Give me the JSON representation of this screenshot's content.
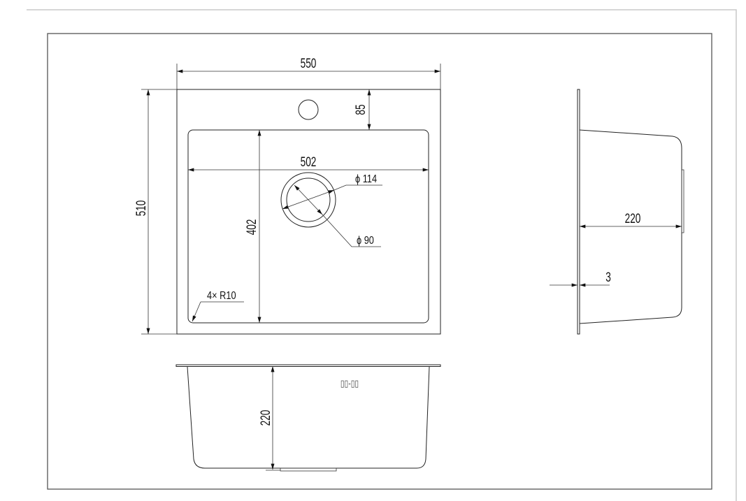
{
  "drawing": {
    "top_view": {
      "overall_width": "550",
      "overall_depth": "510",
      "tap_hole_offset": "85",
      "bowl_width": "502",
      "bowl_depth": "402",
      "drain_outer_diameter": "ϕ 114",
      "drain_inner_diameter": "ϕ 90",
      "corner_radius": "4× R10"
    },
    "front_view": {
      "bowl_height": "220",
      "marking": "▯▯-▯▯"
    },
    "side_view": {
      "bowl_height": "220",
      "flange_thickness": "3"
    }
  }
}
